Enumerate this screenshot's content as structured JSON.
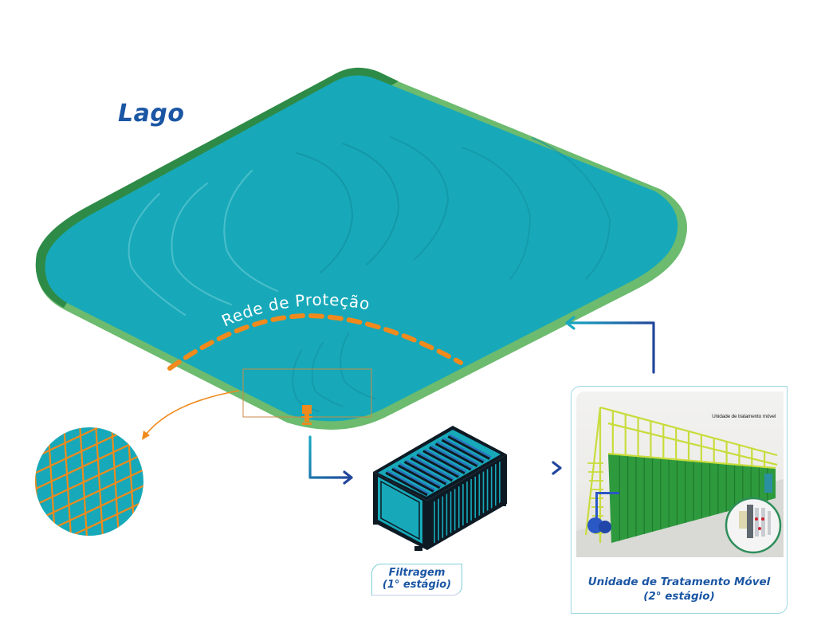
{
  "diagram": {
    "lake": {
      "title": "Lago",
      "net_label": "Rede de Proteção"
    },
    "stages": [
      {
        "id": "filter",
        "title": "Filtragem",
        "subtitle": "(1° estágio)"
      },
      {
        "id": "mobile-unit",
        "title": "Unidade de Tratamento Móvel",
        "subtitle": "(2° estágio)",
        "photo_label": "Unidade de tratamento móvel"
      }
    ],
    "flow": [
      {
        "from": "lake",
        "to": "filter"
      },
      {
        "from": "filter",
        "to": "mobile-unit"
      },
      {
        "from": "mobile-unit",
        "to": "lake"
      }
    ],
    "colors": {
      "water": "#17a9b9",
      "shore_dark": "#2e8b47",
      "shore_light": "#6cbb6f",
      "net": "#f08a1c",
      "title_blue": "#1b56a4",
      "arrow_start": "#19a9c2",
      "arrow_end": "#22479b",
      "container_top": "#2d6fbf",
      "container_side": "#17a9b9",
      "tank_green": "#2e9a3e",
      "railing": "#c8dc3c"
    }
  }
}
